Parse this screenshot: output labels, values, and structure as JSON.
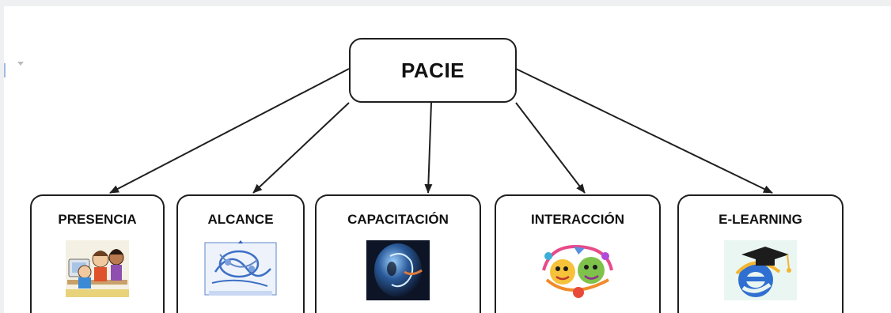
{
  "diagram": {
    "root": {
      "label": "PACIE"
    },
    "children": [
      {
        "label": "PRESENCIA",
        "picture_icon": "children-at-computer-icon"
      },
      {
        "label": "ALCANCE",
        "picture_icon": "network-diagram-icon"
      },
      {
        "label": "CAPACITACIÓN",
        "picture_icon": "glowing-head-icon"
      },
      {
        "label": "INTERACCIÓN",
        "picture_icon": "colorful-faces-icon"
      },
      {
        "label": "E-LEARNING",
        "picture_icon": "graduation-cap-e-icon"
      }
    ],
    "colors": {
      "border": "#1f1f1f",
      "arrow": "#1f1f1f",
      "background": "#ffffff"
    }
  }
}
